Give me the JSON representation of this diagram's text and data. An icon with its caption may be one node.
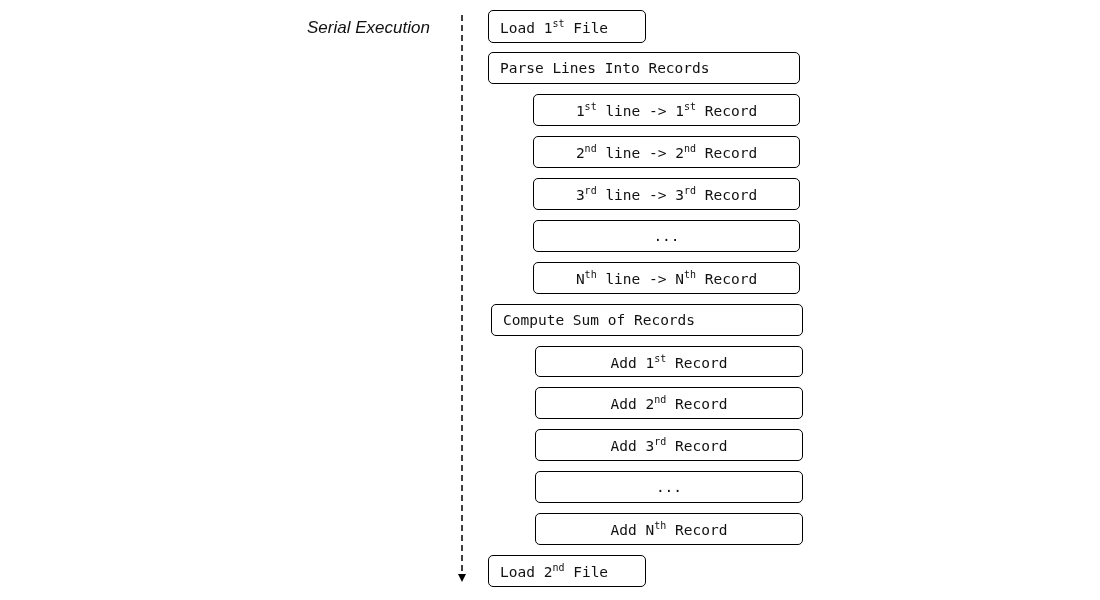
{
  "diagram": {
    "nodes": [
      {
        "text": [
          "Load 1$^{st}$ File"
        ]
      },
      {
        "text": [
          "Parse Lines Into Records"
        ]
      },
      {
        "text": [
          "1$^{st}$ line -> 1$^{st}$ Record"
        ]
      },
      {
        "text": [
          "2$^{nd}$ line -> 2$^{nd}$ Record"
        ]
      },
      {
        "text": [
          "3$^{rd}$ line -> 3$^{rd}$ Record"
        ]
      },
      {
        "text": [
          "..."
        ]
      },
      {
        "text": [
          "N$^{th}$ line -> N$^{th}$ Record"
        ]
      },
      {
        "text": [
          "Compute Sum of Records"
        ]
      },
      {
        "text": [
          "Add 1$^{st}$ Record"
        ]
      },
      {
        "text": [
          "Add 2$^{nd}$ Record"
        ]
      },
      {
        "text": [
          "Add 3$^{rd}$ Record"
        ]
      },
      {
        "text": [
          "..."
        ]
      },
      {
        "text": [
          "Add N$^{th}$ Record"
        ]
      },
      {
        "text": [
          "Load 2$^{nd}$ File"
        ]
      }
    ],
    "edges": [],
    "labels": [
      "Serial Execution"
    ]
  }
}
